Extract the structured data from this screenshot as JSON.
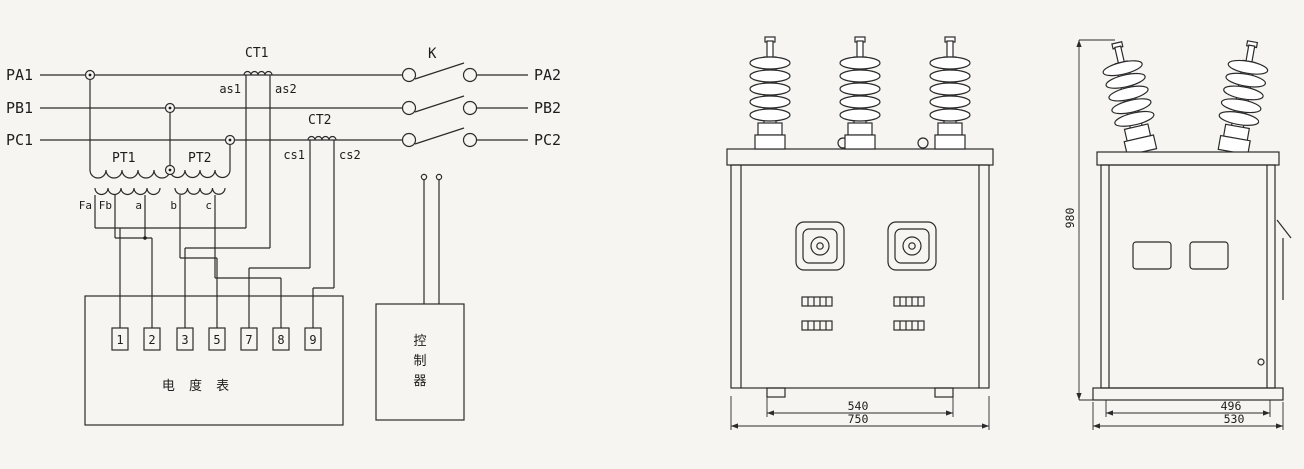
{
  "schematic": {
    "phases_in": [
      "PA1",
      "PB1",
      "PC1"
    ],
    "phases_out": [
      "PA2",
      "PB2",
      "PC2"
    ],
    "switch_label": "K",
    "ct1_label": "CT1",
    "ct2_label": "CT2",
    "ct1_terminals": [
      "as1",
      "as2"
    ],
    "ct2_terminals": [
      "cs1",
      "cs2"
    ],
    "pt_labels": [
      "PT1",
      "PT2"
    ],
    "secondary_taps": [
      "Fa",
      "Fb",
      "a",
      "b",
      "c"
    ],
    "meter_terminals": [
      "1",
      "2",
      "3",
      "5",
      "7",
      "8",
      "9"
    ],
    "meter_label": "电 度 表",
    "controller_chars": [
      "控",
      "制",
      "器"
    ]
  },
  "front_view": {
    "width_inner": "540",
    "width_outer": "750",
    "height": "980"
  },
  "side_view": {
    "width_inner": "496",
    "width_outer": "530"
  },
  "colors": {
    "line": "#2b2b2b",
    "paper": "#f6f5f1"
  }
}
